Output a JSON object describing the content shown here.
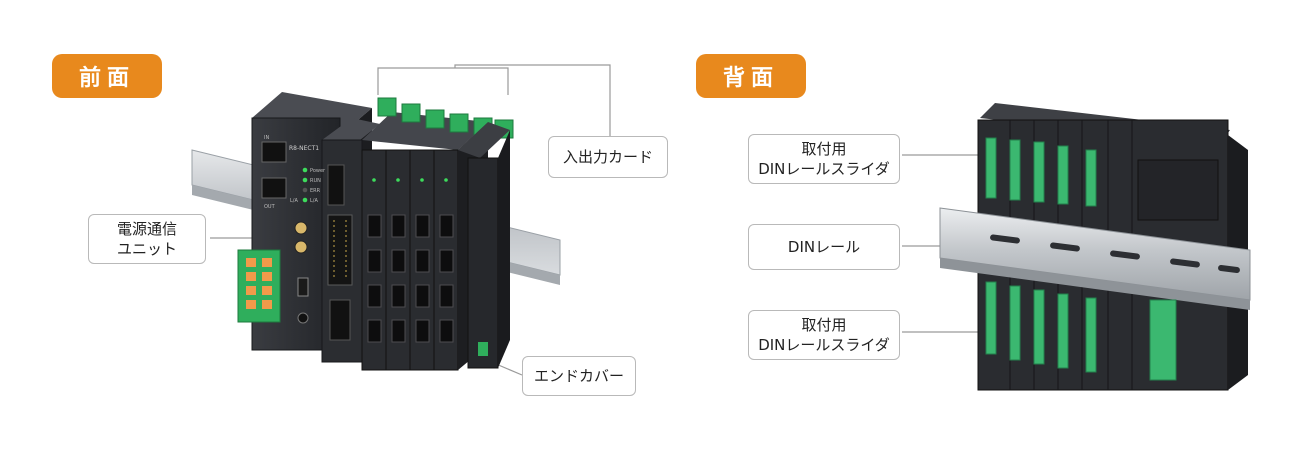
{
  "front": {
    "tag": "前面",
    "callouts": {
      "io_card": "入出力カード",
      "power_comm_unit": [
        "電源通信",
        "ユニット"
      ],
      "end_cover": "エンドカバー"
    },
    "device_labels": {
      "model": "R8-NECT1",
      "port_in": "IN",
      "port_out": "OUT",
      "led_labels": [
        "Power",
        "RUN",
        "ERR",
        "L/A",
        "L/A"
      ]
    }
  },
  "back": {
    "tag": "背面",
    "callouts": {
      "slider_top": [
        "取付用",
        "DINレールスライダ"
      ],
      "din_rail": "DINレール",
      "slider_bottom": [
        "取付用",
        "DINレールスライダ"
      ]
    }
  },
  "colors": {
    "tag_bg": "#e8891d",
    "tag_text": "#ffffff",
    "callout_border": "#b9b9b9",
    "device_body": "#2b2d31",
    "terminal_green": "#2fae5c",
    "slider_green": "#3bb870",
    "rail_silver": "#c9ccd0"
  }
}
